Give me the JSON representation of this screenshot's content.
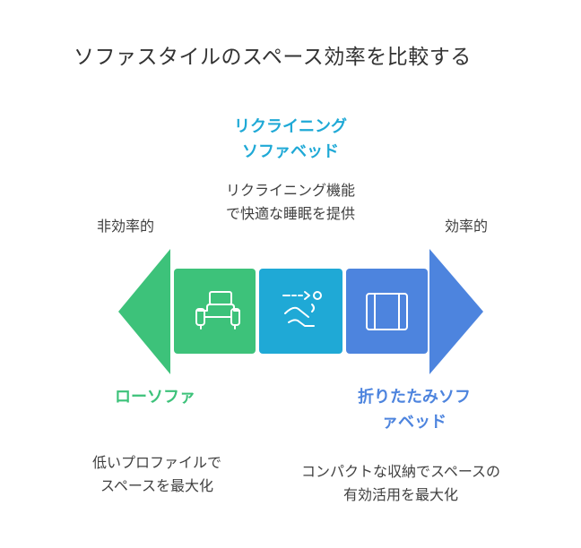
{
  "title": "ソファスタイルのスペース効率を比較する",
  "axis": {
    "left_label": "非効率的",
    "right_label": "効率的"
  },
  "items": [
    {
      "id": "low",
      "name": "ローソファ",
      "description_lines": [
        "低いプロファイルで",
        "スペースを最大化"
      ],
      "color": "#3dc27a",
      "icon": "sofa-icon"
    },
    {
      "id": "recliner",
      "name_lines": [
        "リクライニング",
        "ソファベッド"
      ],
      "description_lines": [
        "リクライニング機能",
        "で快適な睡眠を提供"
      ],
      "color": "#1fa9d6",
      "icon": "recliner-icon"
    },
    {
      "id": "folding",
      "name_lines": [
        "折りたたみソフ",
        "ァベッド"
      ],
      "description_lines": [
        "コンパクトな収納でスペースの",
        "有効活用を最大化"
      ],
      "color": "#4d84de",
      "icon": "folding-icon"
    }
  ],
  "colors": {
    "green": "#3dc27a",
    "cyan": "#1fa9d6",
    "blue": "#4d84de",
    "text": "#3a3a3a"
  }
}
